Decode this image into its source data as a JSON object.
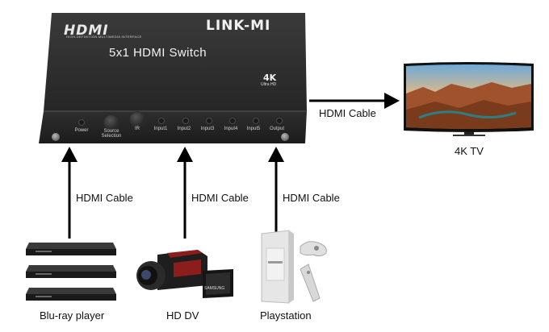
{
  "switch": {
    "brand": "HDMI",
    "brand_sub": "HIGH-DEFINITION MULTIMEDIA INTERFACE",
    "company": "LINK-MI",
    "model": "5x1 HDMI Switch",
    "badge": "4K",
    "badge_sub": "Ultra HD",
    "front_panel": {
      "power": "Power",
      "source": [
        "Source",
        "Selection"
      ],
      "ir": "IR",
      "input1": "Input1",
      "input2": "Input2",
      "input3": "Input3",
      "input4": "Input4",
      "input5": "Input5",
      "output": "Output"
    }
  },
  "connections": {
    "output_cable": "HDMI Cable",
    "input_cable_1": "HDMI Cable",
    "input_cable_2": "HDMI Cable",
    "input_cable_3": "HDMI Cable"
  },
  "devices": {
    "tv": "4K TV",
    "bluray": "Blu-ray player",
    "hddv": "HD DV",
    "playstation": "Playstation",
    "camera_brand": "SAMSUNG"
  },
  "colors": {
    "box": "#2b2b2b",
    "arrow": "#000000",
    "camera_accent": "#8b1d1d"
  }
}
